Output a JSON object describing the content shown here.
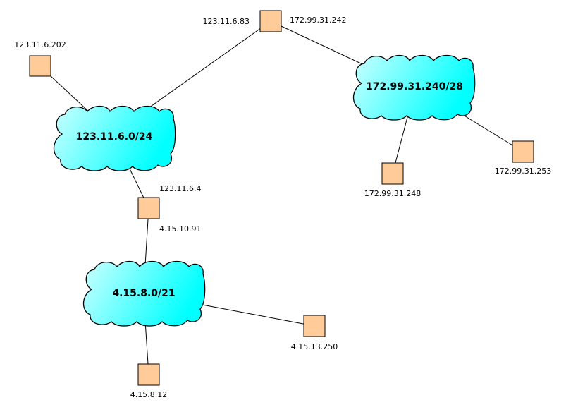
{
  "colors": {
    "host": "#ffcc99",
    "cloud_light": "#ccffff",
    "cloud_dark": "#00ffff",
    "line": "#000000"
  },
  "networks": [
    {
      "id": "net-123-11-6-0",
      "label": "123.11.6.0/24"
    },
    {
      "id": "net-172-99-31-240",
      "label": "172.99.31.240/28"
    },
    {
      "id": "net-4-15-8-0",
      "label": "4.15.8.0/21"
    }
  ],
  "hosts": [
    {
      "id": "host-123-11-6-202",
      "label": "123.11.6.202"
    },
    {
      "id": "router-top",
      "labels": [
        "123.11.6.83",
        "172.99.31.242"
      ]
    },
    {
      "id": "host-172-99-31-248",
      "label": "172.99.31.248"
    },
    {
      "id": "host-172-99-31-253",
      "label": "172.99.31.253"
    },
    {
      "id": "router-middle",
      "labels": [
        "123.11.6.4",
        "4.15.10.91"
      ]
    },
    {
      "id": "host-4-15-13-250",
      "label": "4.15.13.250"
    },
    {
      "id": "host-4-15-8-12",
      "label": "4.15.8.12"
    }
  ],
  "links": [
    {
      "from": "host-123-11-6-202",
      "to": "net-123-11-6-0"
    },
    {
      "from": "router-top",
      "to": "net-123-11-6-0"
    },
    {
      "from": "router-top",
      "to": "net-172-99-31-240"
    },
    {
      "from": "net-172-99-31-240",
      "to": "host-172-99-31-248"
    },
    {
      "from": "net-172-99-31-240",
      "to": "host-172-99-31-253"
    },
    {
      "from": "net-123-11-6-0",
      "to": "router-middle"
    },
    {
      "from": "router-middle",
      "to": "net-4-15-8-0"
    },
    {
      "from": "net-4-15-8-0",
      "to": "host-4-15-13-250"
    },
    {
      "from": "net-4-15-8-0",
      "to": "host-4-15-8-12"
    }
  ]
}
